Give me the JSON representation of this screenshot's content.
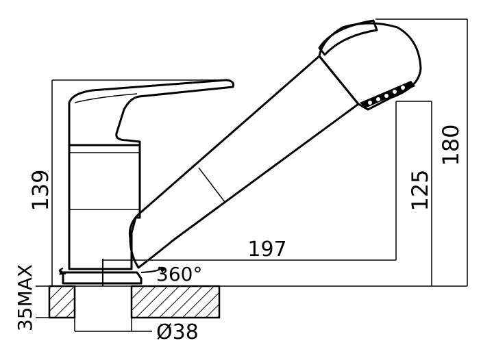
{
  "dimensions": {
    "overall_height": "180",
    "lever_height": "139",
    "spout_height": "125",
    "spout_reach": "197",
    "rotation": "360°",
    "mount_thickness": "35MAX",
    "hole_diameter": "Ø38"
  },
  "colors": {
    "line": "#000000",
    "background": "#ffffff"
  },
  "icons": [
    "rotation-arrow-icon",
    "spray-head-icon"
  ]
}
